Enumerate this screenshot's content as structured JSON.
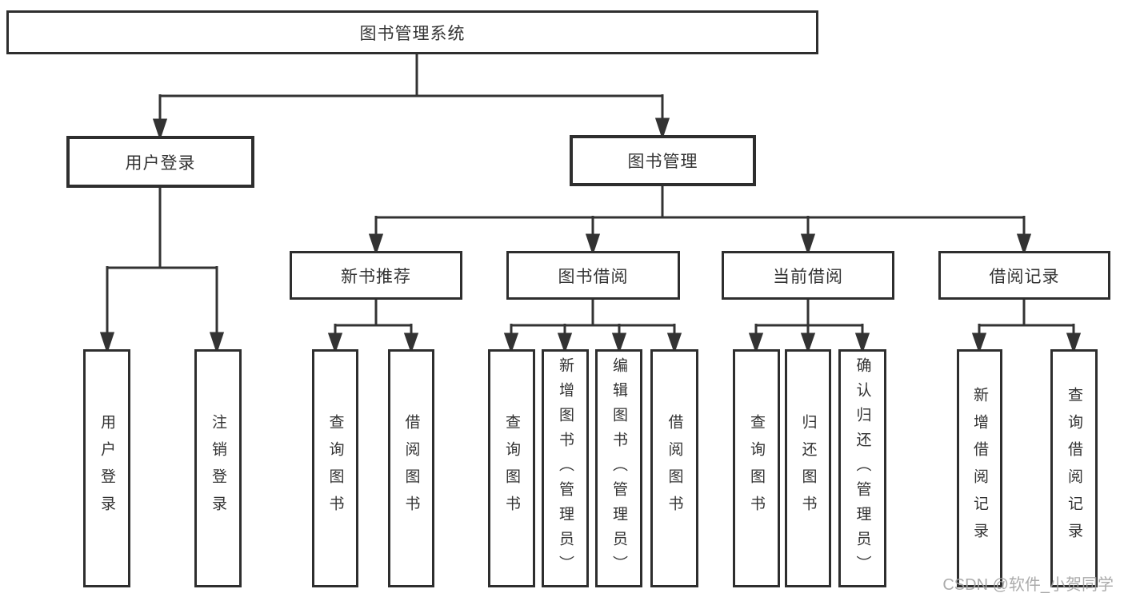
{
  "diagram": {
    "colors": {
      "line": "#333333",
      "box_border": "#2e2e2e",
      "text": "#333333",
      "background": "#ffffff",
      "watermark_text_color": "#a3a3a3"
    },
    "watermark": "CSDN @软件_小贺同学",
    "tree": {
      "label": "图书管理系统",
      "children": [
        {
          "label": "用户登录",
          "children": [
            {
              "label": "用户登录"
            },
            {
              "label": "注销登录"
            }
          ]
        },
        {
          "label": "图书管理",
          "children": [
            {
              "label": "新书推荐",
              "children": [
                {
                  "label": "查询图书"
                },
                {
                  "label": "借阅图书"
                }
              ]
            },
            {
              "label": "图书借阅",
              "children": [
                {
                  "label": "查询图书"
                },
                {
                  "label": "新增图书（管理员）"
                },
                {
                  "label": "编辑图书（管理员）"
                },
                {
                  "label": "借阅图书"
                }
              ]
            },
            {
              "label": "当前借阅",
              "children": [
                {
                  "label": "查询图书"
                },
                {
                  "label": "归还图书"
                },
                {
                  "label": "确认归还（管理员）"
                }
              ]
            },
            {
              "label": "借阅记录",
              "children": [
                {
                  "label": "新增借阅记录"
                },
                {
                  "label": "查询借阅记录"
                }
              ]
            }
          ]
        }
      ]
    }
  }
}
